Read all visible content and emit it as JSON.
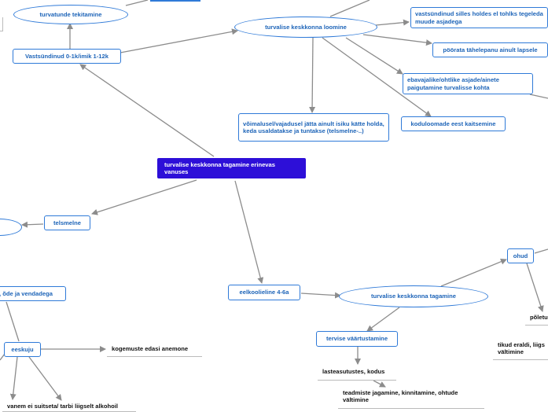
{
  "colors": {
    "edge": "#8c8c8c",
    "central_fill": "#2d0fd8",
    "node_border": "#2f7ad8",
    "node_text": "#1d64b8"
  },
  "central": "turvalise keskkonna tagamine erinevas vanuses",
  "nodes": {
    "newborn": "Vastsündinud 0-1k/imik 1-12k",
    "security_feeling": "turvatunde tekitamine",
    "safe_env_creation": "turvalise keskkonna loomine",
    "keep_in_view": "vastsündinud silles holdes el tohlks tegeleda muude asjadega",
    "focus_child": "pöörata tähelepanu ainult lapsele",
    "unsafe_items": "ebavajalike/ohtlike asjade/ainete paigutamine turvalisse kohta",
    "household_animals": "koduloomade eest kaitsemine",
    "trusted_person": "võimalusel/vajadusel jätta ainult isiku kätte holda, keda usaldatakse ja tuntakse (telsmelne-..)",
    "second": "telsmelne",
    "siblings": ", õde ja vendadega",
    "role_model": "eeskuju",
    "experience": "kogemuste edasi anemone",
    "older_no_smoke": "vanem ei suitseta/ tarbi liigselt alkohoil",
    "preschool": "eelkoolieline 4-6a",
    "safe_env_ensure": "turvalise keskkonna tagamine",
    "health": "tervise väärtustamine",
    "kindergarten": "lasteasutustes, kodus",
    "knowledge": "teadmiste jagamine, kinnitamine, ohtude vältimine",
    "dangers": "ohud",
    "burn": "põletu",
    "sharp_items": "tikud eraldi, liigs vältimine"
  }
}
